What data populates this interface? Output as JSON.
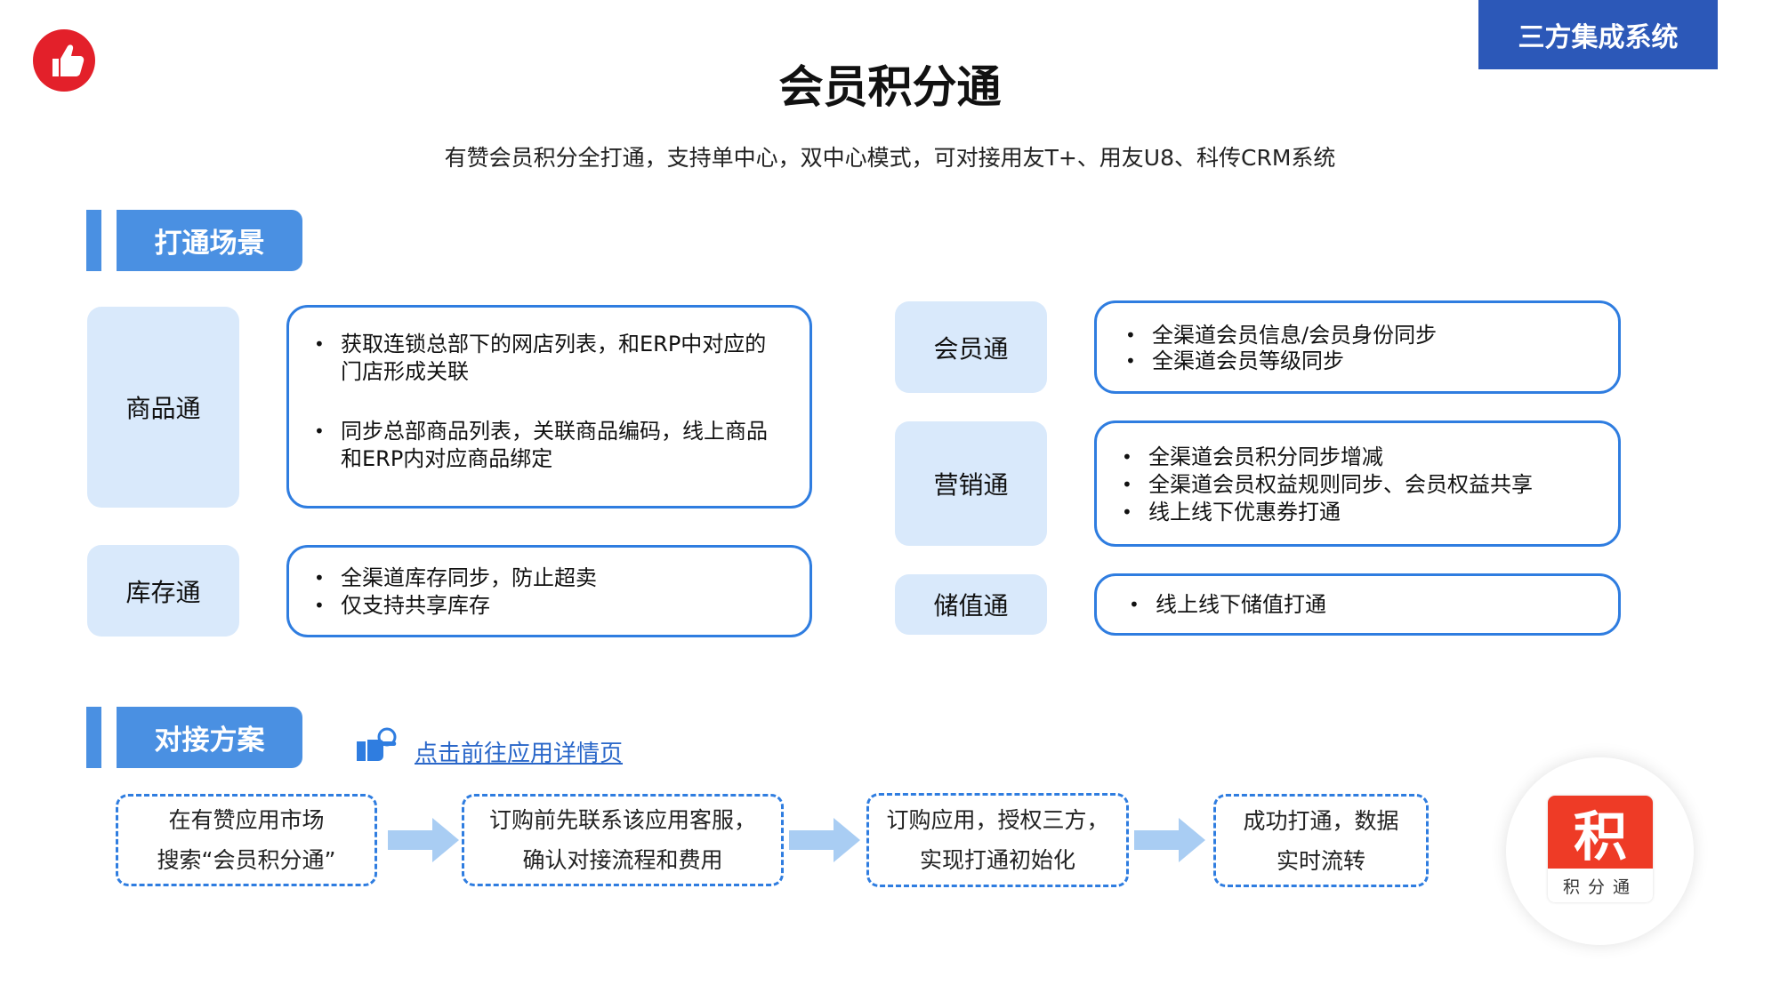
{
  "header": {
    "corner_tag": "三方集成系统",
    "title": "会员积分通",
    "subtitle": "有赞会员积分全打通，支持单中心，双中心模式，可对接用友T+、用友U8、科传CRM系统"
  },
  "colors": {
    "accent": "#4a90e2",
    "border": "#2f7de0",
    "tile_bg": "#d9e9fb",
    "brand_red": "#e3202a",
    "tag_bg": "#2c58b8"
  },
  "scenarios": {
    "section_label": "打通场景",
    "items": [
      {
        "name": "商品通",
        "bullets": [
          "获取连锁总部下的网店列表，和ERP中对应的门店形成关联",
          "同步总部商品列表，关联商品编码，线上商品和ERP内对应商品绑定"
        ]
      },
      {
        "name": "库存通",
        "bullets": [
          "全渠道库存同步，防止超卖",
          "仅支持共享库存"
        ]
      },
      {
        "name": "会员通",
        "bullets": [
          "全渠道会员信息/会员身份同步",
          "全渠道会员等级同步"
        ]
      },
      {
        "name": "营销通",
        "bullets": [
          "全渠道会员积分同步增减",
          "全渠道会员权益规则同步、会员权益共享",
          "线上线下优惠券打通"
        ]
      },
      {
        "name": "储值通",
        "bullets": [
          "线上线下储值打通"
        ]
      }
    ]
  },
  "integration": {
    "section_label": "对接方案",
    "link_text": "点击前往应用详情页",
    "steps": [
      {
        "line1": "在有赞应用市场",
        "line2": "搜索“会员积分通”"
      },
      {
        "line1": "订购前先联系该应用客服，",
        "line2": "确认对接流程和费用"
      },
      {
        "line1": "订购应用，授权三方，",
        "line2": "实现打通初始化"
      },
      {
        "line1": "成功打通，数据",
        "line2": "实时流转"
      }
    ]
  },
  "app_badge": {
    "glyph": "积",
    "caption": "积分通"
  },
  "icons": {
    "logo": "thumbs-up-icon",
    "link": "pointing-hand-icon",
    "arrow": "right-arrow-icon"
  }
}
